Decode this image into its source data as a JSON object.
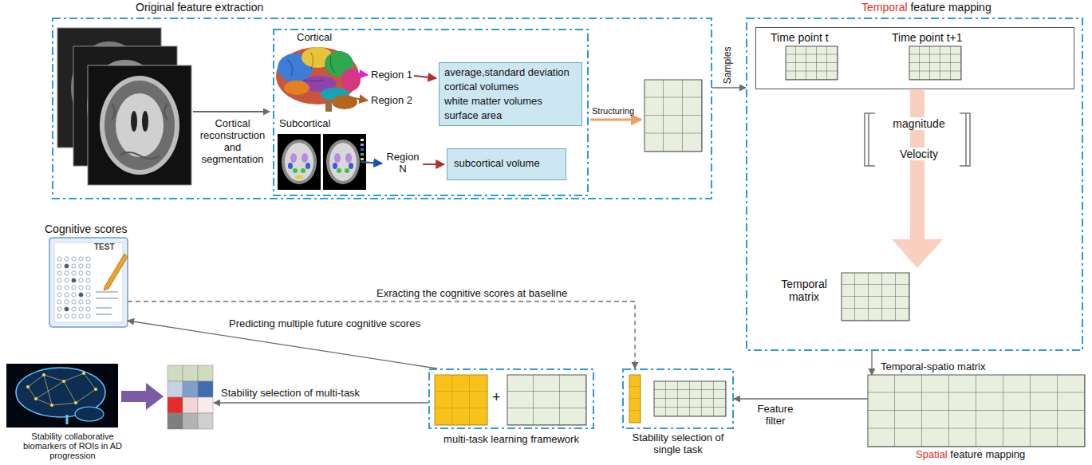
{
  "diagram": {
    "nodes": [
      {
        "text": [
          "Original feature extraction"
        ]
      },
      {
        "text": [
          "Cortical",
          "Subcortical"
        ],
        "in": 0
      },
      {
        "text": [
          "average,standard deviation",
          "cortical volumes",
          "white matter volumes",
          "surface area"
        ],
        "in": 1
      },
      {
        "text": [
          "subcortical volume"
        ],
        "in": 1
      },
      {
        "text": [
          "Temporal feature mapping"
        ]
      },
      {
        "text": [
          "Time point t",
          "Time point t+1"
        ],
        "in": 4
      },
      {
        "text": [
          "Temporal matrix"
        ],
        "in": 4
      },
      {
        "text": [
          "Cognitive scores",
          "TEST"
        ]
      },
      {
        "text": [
          "Temporal-spatio matrix",
          "Spatial feature mapping"
        ]
      },
      {
        "text": [
          "multi-task learning framework"
        ]
      },
      {
        "text": [
          "Stability selection of single task"
        ]
      },
      {
        "text": [
          "Stability collaborative biomarkers of ROIs in AD progression"
        ]
      }
    ],
    "edges": [
      {
        "from": 0,
        "to": 4,
        "label": "Samples",
        "arrow": "to"
      },
      {
        "from": 4,
        "to": 8,
        "arrow": "to"
      },
      {
        "from": 8,
        "to": 10,
        "label": "Feature filter",
        "arrow": "to"
      },
      {
        "from": 7,
        "to": 10,
        "label": "Exracting the cognitive scores at baseline",
        "arrow": "to"
      },
      {
        "from": 9,
        "to": 7,
        "label": "Predicting multiple future cognitive scores",
        "arrow": "to"
      },
      {
        "from": 9,
        "to": 11,
        "label": "Stability selection of multi-task",
        "arrow": "to"
      }
    ],
    "labels": [
      "Cortical reconstruction and segmentation",
      "Region 1",
      "Region 2",
      "Region N",
      "Structuring",
      "magnitude",
      "Velocity",
      "+"
    ]
  }
}
